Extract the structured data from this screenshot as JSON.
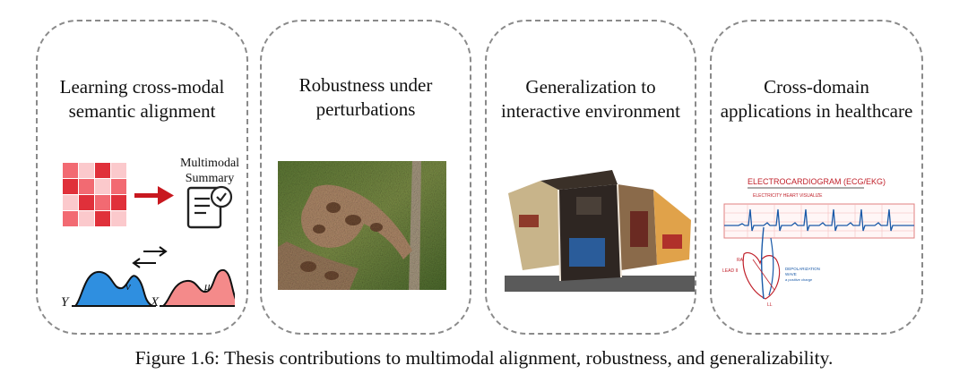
{
  "panels": [
    {
      "title_lines": [
        "Learning cross-modal",
        "semantic alignment"
      ],
      "summary_lines": [
        "Multimodal",
        "Summary"
      ],
      "labels": {
        "y": "Y",
        "x": "X",
        "nu": "ν",
        "mu": "μ"
      }
    },
    {
      "title_lines": [
        "Robustness under",
        "perturbations"
      ]
    },
    {
      "title_lines": [
        "Generalization to",
        "interactive environment"
      ]
    },
    {
      "title_lines": [
        "Cross-domain",
        "applications in healthcare"
      ],
      "ecg_title": "ELECTROCARDIOGRAM (ECG/EKG)",
      "ecg_subtitle": "ELECTRICITY   HEART   VISUALIZE",
      "ecg_notes": [
        "LEAD II",
        "DEPOLARIZATION",
        "WAVE",
        "a positive charge",
        "LL",
        "RA"
      ]
    }
  ],
  "caption": "Figure 1.6: Thesis contributions to multimodal alignment, robustness, and generalizability.",
  "colors": {
    "border": "#8a8a8a",
    "red_dark": "#e0303a",
    "red_mid": "#f26a72",
    "red_light": "#fbc9cc",
    "blue": "#2f8fe0",
    "pink": "#f48a8a"
  }
}
